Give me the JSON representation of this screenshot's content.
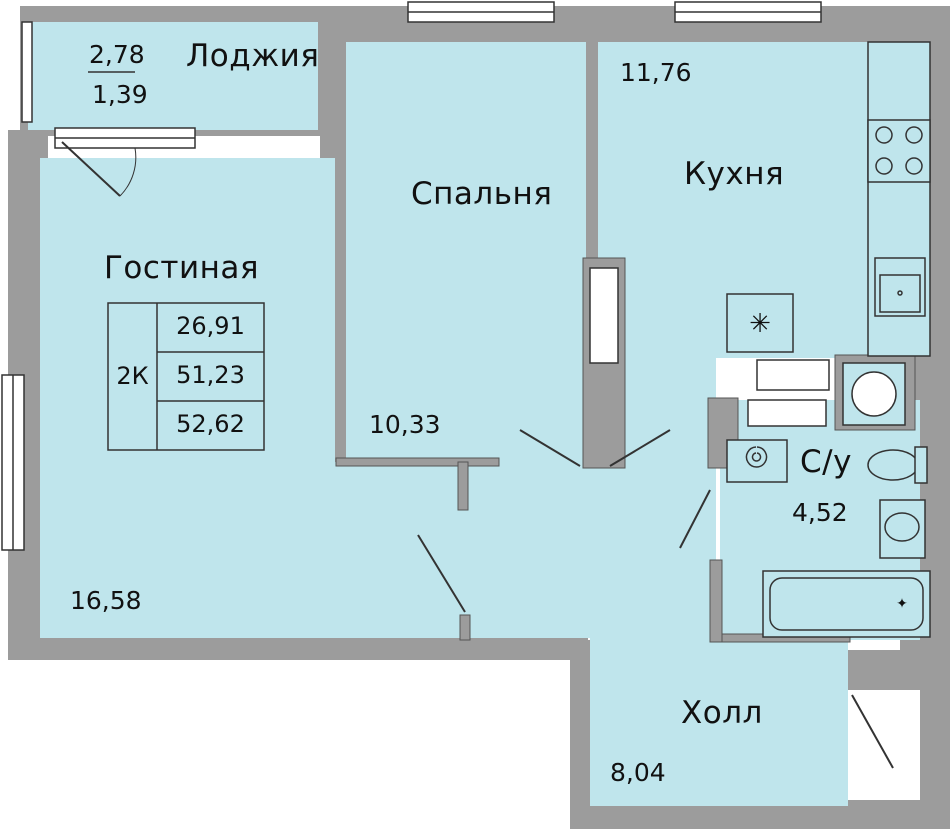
{
  "rooms": {
    "loggia": {
      "name": "Лоджия",
      "area_top": "2,78",
      "area_bottom": "1,39"
    },
    "living": {
      "name": "Гостиная",
      "area": "16,58"
    },
    "bedroom": {
      "name": "Спальня",
      "area": "10,33"
    },
    "kitchen": {
      "name": "Кухня",
      "area": "11,76"
    },
    "bath": {
      "name": "С/у",
      "area": "4,52"
    },
    "hall": {
      "name": "Холл",
      "area": "8,04"
    }
  },
  "summary": {
    "type": "2К",
    "living_area": "26,91",
    "total_area": "51,23",
    "area_with_loggia": "52,62"
  },
  "colors": {
    "room_fill": "#bfe5ec",
    "wall": "#9c9c9c",
    "wall_dark": "#7a7a7a",
    "line": "#333333"
  }
}
